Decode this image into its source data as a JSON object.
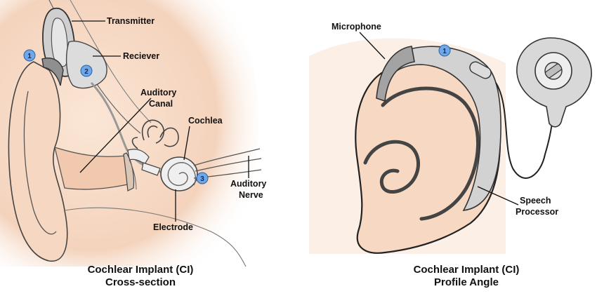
{
  "left_panel": {
    "labels": {
      "transmitter": "Transmitter",
      "receiver": "Reciever",
      "auditory_canal_line1": "Auditory",
      "auditory_canal_line2": "Canal",
      "cochlea": "Cochlea",
      "auditory_nerve_line1": "Auditory",
      "auditory_nerve_line2": "Nerve",
      "electrode": "Electrode"
    },
    "badges": {
      "b1": "1",
      "b2": "2",
      "b3": "3"
    },
    "caption_line1": "Cochlear Implant (CI)",
    "caption_line2": "Cross-section"
  },
  "right_panel": {
    "labels": {
      "microphone": "Microphone",
      "speech_processor_line1": "Speech",
      "speech_processor_line2": "Processor"
    },
    "badges": {
      "b1": "1"
    },
    "caption_line1": "Cochlear Implant (CI)",
    "caption_line2": "Profile Angle"
  },
  "colors": {
    "skin": "#f6dcc9",
    "skin_dark": "#e8bfa3",
    "device_grey": "#d0d0d0",
    "microphone_grey": "#a9a9a9",
    "badge_blue": "#6ea8e8",
    "outline": "#222222"
  }
}
